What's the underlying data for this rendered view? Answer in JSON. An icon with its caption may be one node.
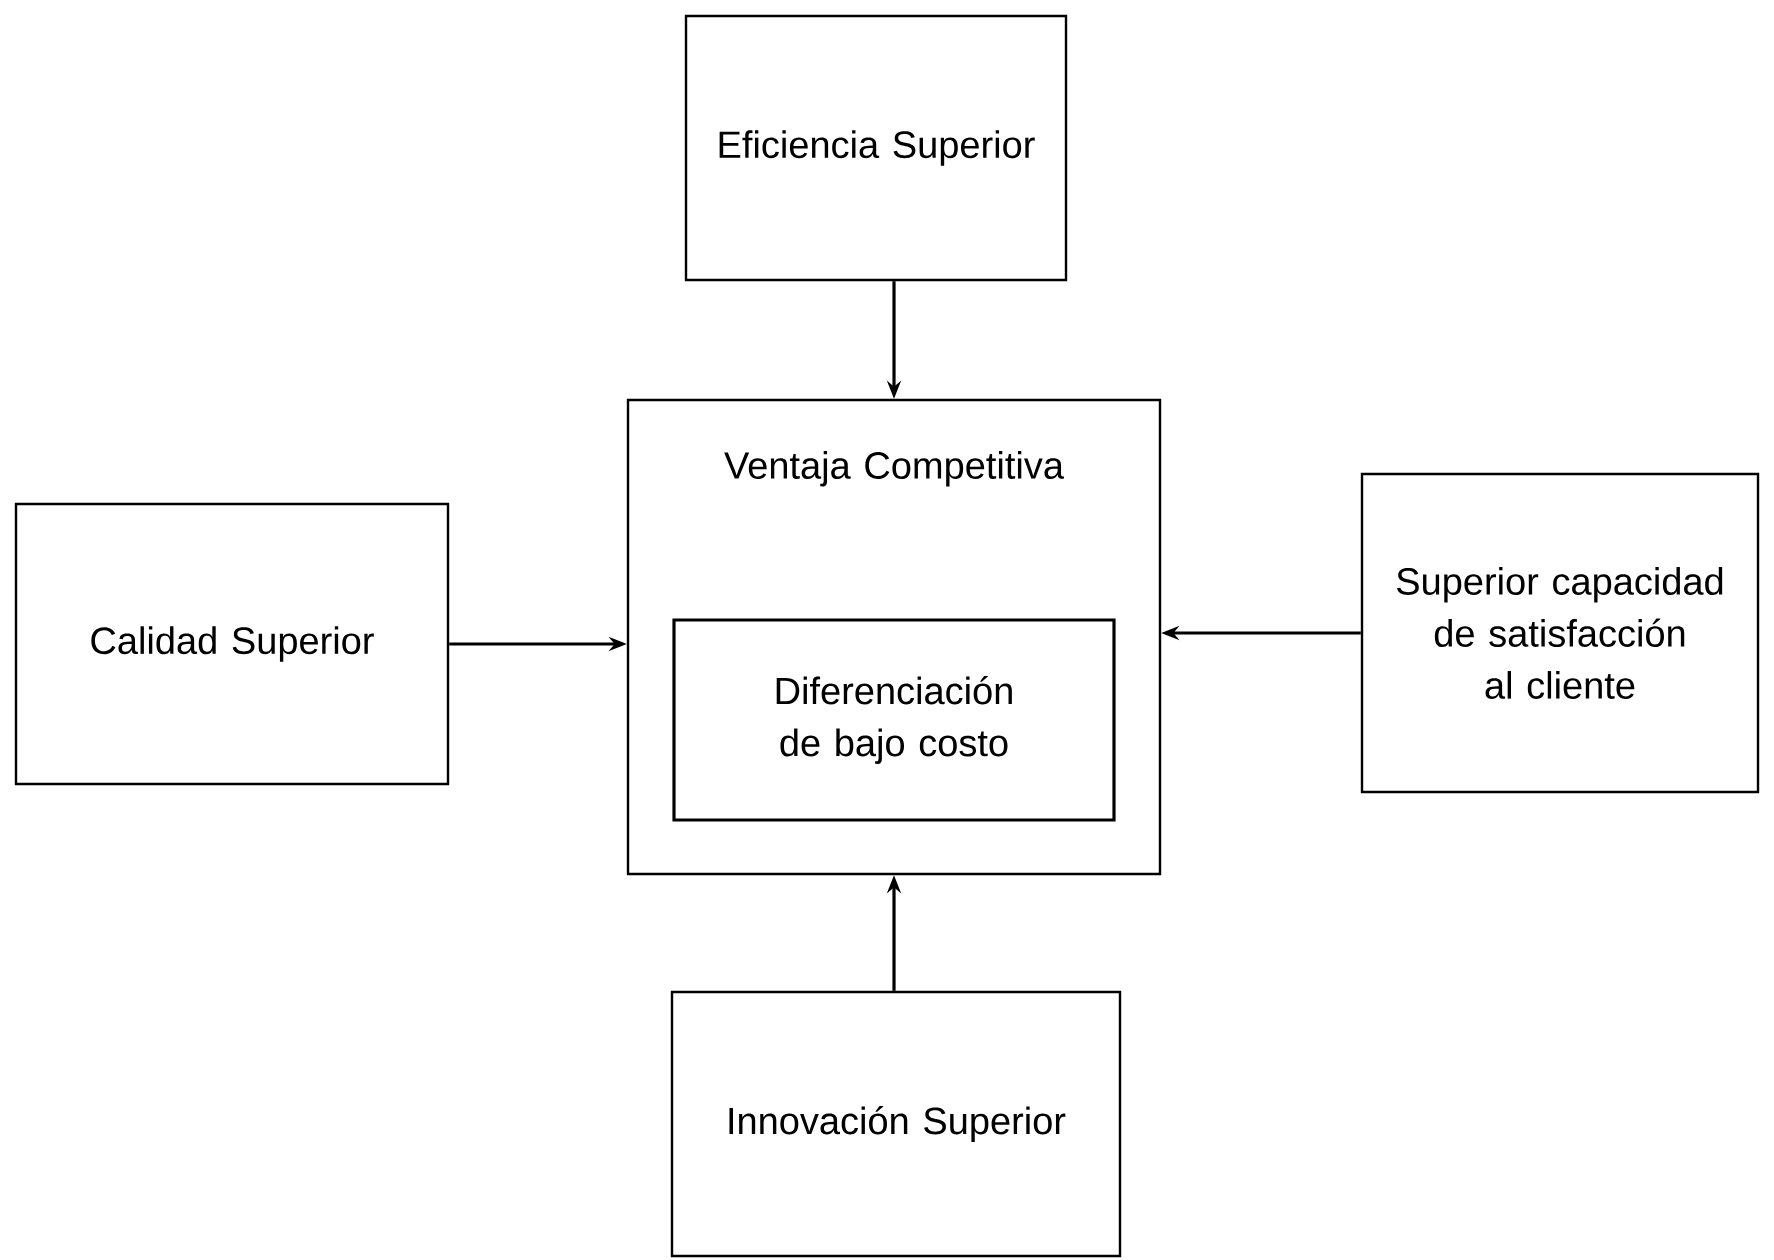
{
  "diagram": {
    "nodes": [
      {
        "text": [
          "Eficiencia Superior"
        ]
      },
      {
        "text": [
          "Ventaja Competitiva"
        ]
      },
      {
        "text": [
          "Diferenciación de bajo costo"
        ],
        "in": 1
      },
      {
        "text": [
          "Calidad Superior"
        ]
      },
      {
        "text": [
          "Superior capacidad de satisfacción al cliente"
        ]
      },
      {
        "text": [
          "Innovación Superior"
        ]
      }
    ],
    "edges": [
      {
        "from": 0,
        "to": 1,
        "arrow": "to"
      },
      {
        "from": 3,
        "to": 1,
        "arrow": "to"
      },
      {
        "from": 4,
        "to": 1,
        "arrow": "to"
      },
      {
        "from": 5,
        "to": 1,
        "arrow": "to"
      }
    ]
  }
}
